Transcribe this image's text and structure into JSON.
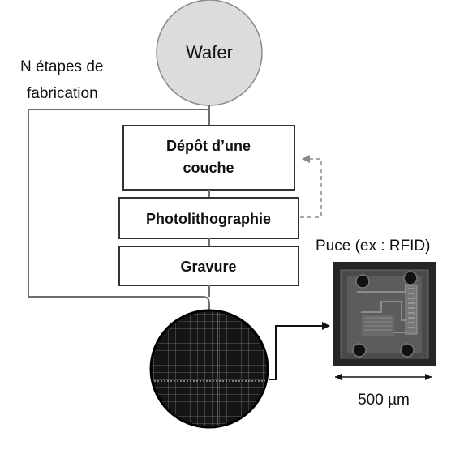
{
  "nodes": {
    "start": {
      "label": "Wafer"
    },
    "step1": {
      "line1": "Dépôt d’une",
      "line2": "couche"
    },
    "step2": {
      "label": "Photolithographie"
    },
    "step3": {
      "label": "Gravure"
    }
  },
  "loop_label": {
    "line1": "N étapes de",
    "line2": "fabrication"
  },
  "chip": {
    "title": "Puce (ex : RFID)",
    "scale_label": "500 µm"
  },
  "colors": {
    "wafer_fill": "#dcdcdc",
    "line": "#6e6e6e",
    "dashed": "#8a8a8a",
    "processed_wafer": "#1a1a1a",
    "chip_body": "#3a3a3a"
  }
}
